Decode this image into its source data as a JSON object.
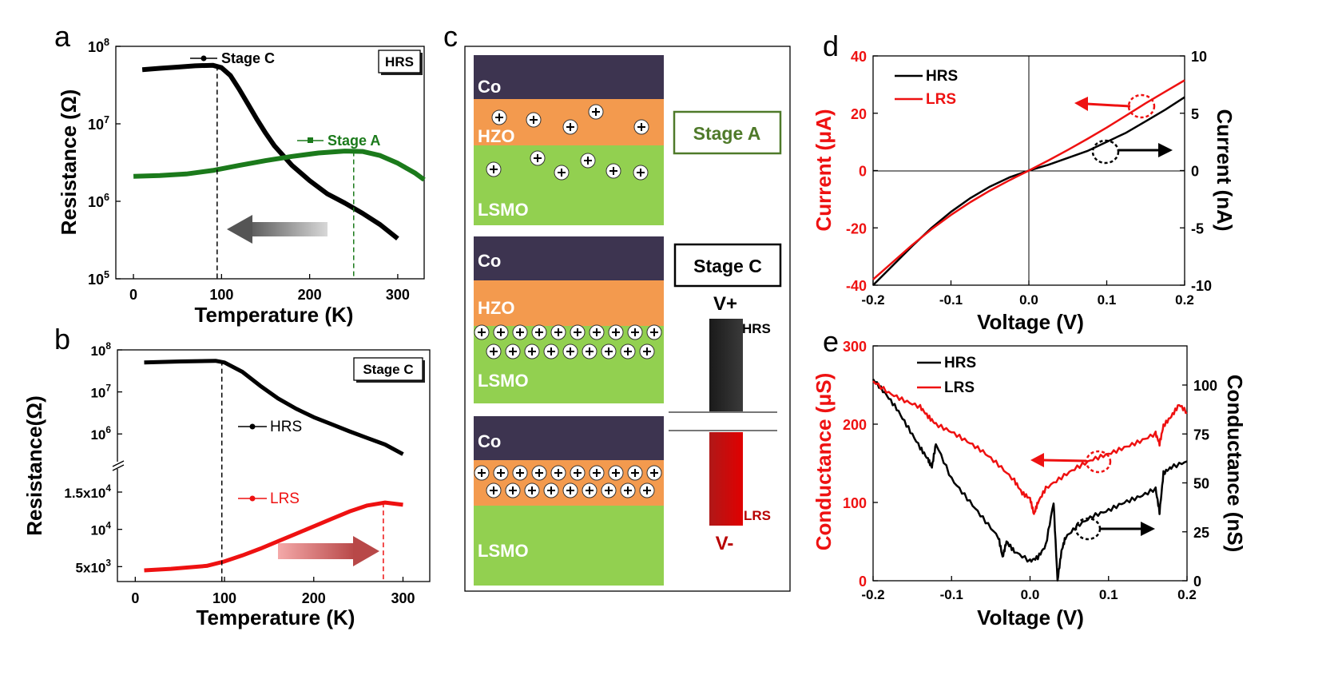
{
  "panels": {
    "a": {
      "letter": "a",
      "box_label": "HRS",
      "ylabel": "Resistance (Ω)",
      "xlabel": "Temperature (K)",
      "stage_c": "Stage C",
      "stage_a": "Stage A"
    },
    "b": {
      "letter": "b",
      "box_label": "Stage C",
      "ylabel": "Resistance(Ω)",
      "xlabel": "Temperature (K)",
      "hrs": "HRS",
      "lrs": "LRS"
    },
    "c": {
      "letter": "c",
      "stage_a": "Stage A",
      "stage_c": "Stage C",
      "co": "Co",
      "hzo": "HZO",
      "lsmo": "LSMO",
      "v_plus": "V+",
      "v_minus": "V-",
      "hrs": "HRS",
      "lrs": "LRS"
    },
    "d": {
      "letter": "d",
      "ylabel_left": "Current (μA)",
      "ylabel_right": "Current (nA)",
      "xlabel": "Voltage (V)",
      "hrs": "HRS",
      "lrs": "LRS"
    },
    "e": {
      "letter": "e",
      "ylabel_left": "Conductance (μS)",
      "ylabel_right": "Conductance (nS)",
      "xlabel": "Voltage (V)",
      "hrs": "HRS",
      "lrs": "LRS"
    }
  },
  "colors": {
    "black": "#000000",
    "green": "#1b7a1b",
    "red": "#ee1111",
    "co": "#3d3450",
    "hzo": "#f39a4e",
    "lsmo": "#92d050"
  },
  "chart_data": [
    {
      "panel": "a",
      "type": "line",
      "xlabel": "Temperature (K)",
      "ylabel": "Resistance (Ω)",
      "xlim": [
        -20,
        330
      ],
      "ylim": [
        100000,
        100000000
      ],
      "yscale": "log",
      "xticks": [
        "0",
        "100",
        "200",
        "300"
      ],
      "yticks": [
        "10^5",
        "10^6",
        "10^7",
        "10^8"
      ],
      "series": [
        {
          "name": "Stage C",
          "color": "#000000",
          "x": [
            10,
            30,
            50,
            70,
            90,
            100,
            110,
            120,
            130,
            140,
            150,
            160,
            180,
            200,
            220,
            240,
            260,
            280,
            300
          ],
          "y": [
            50000000,
            52000000,
            54000000,
            56000000,
            57000000,
            53000000,
            42000000,
            28000000,
            18000000,
            11500000,
            7600000,
            5200000,
            2900000,
            1850000,
            1250000,
            950000,
            700000,
            500000,
            330000
          ]
        },
        {
          "name": "Stage A",
          "color": "#1b7a1b",
          "x": [
            0,
            30,
            60,
            90,
            120,
            150,
            180,
            210,
            240,
            260,
            280,
            300,
            320,
            330
          ],
          "y": [
            2100000,
            2150000,
            2250000,
            2500000,
            2900000,
            3350000,
            3800000,
            4200000,
            4450000,
            4400000,
            3900000,
            3100000,
            2300000,
            1900000
          ]
        }
      ],
      "markers": {
        "stage_c_temp": 95,
        "stage_a_temp": 250
      }
    },
    {
      "panel": "b",
      "type": "line",
      "xlabel": "Temperature (K)",
      "ylabel": "Resistance(Ω)",
      "xlim": [
        -20,
        330
      ],
      "yscale": "broken",
      "xticks": [
        "0",
        "100",
        "200",
        "300"
      ],
      "upper_axis": {
        "scale": "log",
        "ylim": [
          200000,
          100000000
        ],
        "yticks": [
          "10^6",
          "10^7",
          "10^8"
        ]
      },
      "lower_axis": {
        "scale": "linear",
        "ylim": [
          3000,
          18000
        ],
        "yticks": [
          "5x10^3",
          "10^4",
          "1.5x10^4"
        ]
      },
      "series": [
        {
          "name": "HRS",
          "color": "#000000",
          "axis": "upper",
          "x": [
            10,
            50,
            90,
            100,
            120,
            140,
            160,
            180,
            200,
            220,
            240,
            260,
            280,
            300
          ],
          "y": [
            50000000,
            53000000,
            55000000,
            50000000,
            30000000,
            14000000,
            7000000,
            4000000,
            2500000,
            1700000,
            1150000,
            800000,
            560000,
            330000
          ]
        },
        {
          "name": "LRS",
          "color": "#ee1111",
          "axis": "lower",
          "x": [
            10,
            40,
            80,
            100,
            120,
            140,
            160,
            180,
            200,
            220,
            240,
            260,
            280,
            300
          ],
          "y": [
            4500,
            4700,
            5100,
            5700,
            6500,
            7400,
            8400,
            9400,
            10400,
            11400,
            12400,
            13200,
            13600,
            13300
          ]
        }
      ],
      "markers": {
        "hrs_temp": 97,
        "lrs_temp": 278
      }
    },
    {
      "panel": "d",
      "type": "line",
      "xlabel": "Voltage (V)",
      "ylabel_left": "Current (μA)",
      "ylabel_right": "Current (nA)",
      "xlim": [
        -0.2,
        0.2
      ],
      "ylim_left": [
        -40,
        40
      ],
      "ylim_right": [
        -10,
        10
      ],
      "xticks": [
        "-0.2",
        "-0.1",
        "0.0",
        "0.1",
        "0.2"
      ],
      "yticks_left": [
        "-40",
        "-20",
        "0",
        "20",
        "40"
      ],
      "yticks_right": [
        "-10",
        "-5",
        "0",
        "5",
        "10"
      ],
      "series": [
        {
          "name": "HRS",
          "color": "#000000",
          "axis": "right",
          "x": [
            -0.2,
            -0.175,
            -0.15,
            -0.125,
            -0.1,
            -0.075,
            -0.05,
            -0.025,
            0,
            0.025,
            0.05,
            0.075,
            0.1,
            0.125,
            0.15,
            0.175,
            0.2
          ],
          "y": [
            -10,
            -8.3,
            -6.6,
            -5.0,
            -3.6,
            -2.4,
            -1.4,
            -0.6,
            0,
            0.5,
            1.1,
            1.7,
            2.5,
            3.3,
            4.3,
            5.3,
            6.4
          ]
        },
        {
          "name": "LRS",
          "color": "#ee1111",
          "axis": "left",
          "x": [
            -0.2,
            -0.175,
            -0.15,
            -0.125,
            -0.1,
            -0.075,
            -0.05,
            -0.025,
            0,
            0.025,
            0.05,
            0.075,
            0.1,
            0.125,
            0.15,
            0.175,
            0.2
          ],
          "y": [
            -38,
            -32,
            -26,
            -20.5,
            -15.5,
            -11,
            -7,
            -3.4,
            0,
            3.5,
            7.2,
            11,
            15,
            19.2,
            23.5,
            27.5,
            31.5
          ]
        }
      ]
    },
    {
      "panel": "e",
      "type": "line",
      "xlabel": "Voltage (V)",
      "ylabel_left": "Conductance (μS)",
      "ylabel_right": "Conductance (nS)",
      "xlim": [
        -0.2,
        0.2
      ],
      "ylim_left": [
        0,
        300
      ],
      "ylim_right": [
        0,
        120
      ],
      "xticks": [
        "-0.2",
        "-0.1",
        "0.0",
        "0.1",
        "0.2"
      ],
      "yticks_left": [
        "0",
        "100",
        "200",
        "300"
      ],
      "yticks_right": [
        "0",
        "25",
        "50",
        "75",
        "100"
      ],
      "series": [
        {
          "name": "HRS",
          "color": "#000000",
          "axis": "right",
          "x": [
            -0.2,
            -0.185,
            -0.17,
            -0.155,
            -0.14,
            -0.13,
            -0.125,
            -0.12,
            -0.1,
            -0.08,
            -0.06,
            -0.04,
            -0.035,
            -0.03,
            -0.02,
            0,
            0.01,
            0.02,
            0.03,
            0.035,
            0.04,
            0.045,
            0.06,
            0.08,
            0.1,
            0.12,
            0.14,
            0.16,
            0.165,
            0.17,
            0.18,
            0.2
          ],
          "y": [
            103,
            96,
            88,
            78,
            68,
            62,
            58,
            70,
            52,
            42,
            32,
            22,
            12,
            20,
            15,
            10,
            12,
            18,
            40,
            0,
            15,
            22,
            28,
            33,
            36,
            40,
            43,
            47,
            35,
            55,
            58,
            61
          ]
        },
        {
          "name": "LRS",
          "color": "#ee1111",
          "axis": "left",
          "x": [
            -0.2,
            -0.18,
            -0.16,
            -0.14,
            -0.13,
            -0.12,
            -0.1,
            -0.08,
            -0.06,
            -0.04,
            -0.02,
            -0.01,
            0,
            0.005,
            0.01,
            0.02,
            0.04,
            0.06,
            0.08,
            0.1,
            0.12,
            0.14,
            0.16,
            0.165,
            0.17,
            0.18,
            0.19,
            0.2
          ],
          "y": [
            255,
            240,
            230,
            222,
            210,
            200,
            190,
            178,
            165,
            148,
            128,
            112,
            105,
            85,
            100,
            118,
            132,
            145,
            155,
            162,
            170,
            178,
            188,
            175,
            198,
            210,
            225,
            215
          ]
        }
      ]
    }
  ]
}
